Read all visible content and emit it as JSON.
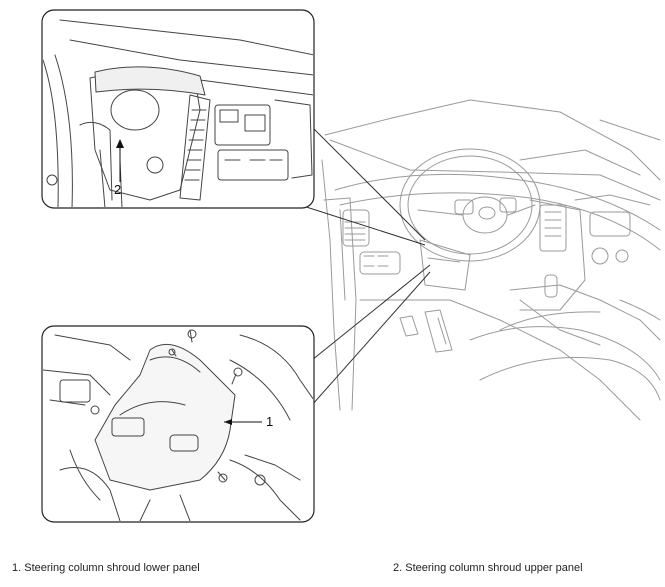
{
  "callouts": {
    "detail_top": "2",
    "detail_bottom": "1"
  },
  "legend": [
    {
      "number": "1",
      "text": "1. Steering column shroud lower panel"
    },
    {
      "number": "2",
      "text": "2. Steering column shroud upper panel"
    }
  ],
  "colors": {
    "line": "#333333",
    "light_line": "#9a9a9a",
    "frame": "#222222"
  }
}
